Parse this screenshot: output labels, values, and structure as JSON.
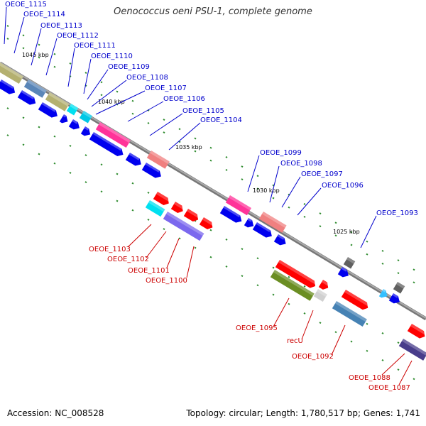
{
  "title": "Oenococcus oeni PSU-1, complete genome",
  "footer": {
    "accession": "Accession: NC_008528",
    "stats": "Topology: circular; Length: 1,780,517 bp; Genes: 1,741"
  },
  "colors": {
    "backbone": "#808080",
    "tick": "#2e8b2e",
    "label_top": "#0000cc",
    "label_bottom": "#cc0000"
  },
  "kbp_markers": [
    "1045 kbp",
    "1040 kbp",
    "1035 kbp",
    "1030 kbp",
    "1025 kbp"
  ],
  "top_labels": [
    "OEOE_1115",
    "OEOE_1114",
    "OEOE_1113",
    "OEOE_1112",
    "OEOE_1111",
    "OEOE_1110",
    "OEOE_1109",
    "OEOE_1108",
    "OEOE_1107",
    "OEOE_1106",
    "OEOE_1105",
    "OEOE_1104",
    "OEOE_1099",
    "OEOE_1098",
    "OEOE_1097",
    "OEOE_1096",
    "OEOE_1093"
  ],
  "bottom_labels": [
    "OEOE_1103",
    "OEOE_1102",
    "OEOE_1101",
    "OEOE_1100",
    "OEOE_1095",
    "recU",
    "OEOE_1092",
    "OEOE_1088",
    "OEOE_1087"
  ]
}
